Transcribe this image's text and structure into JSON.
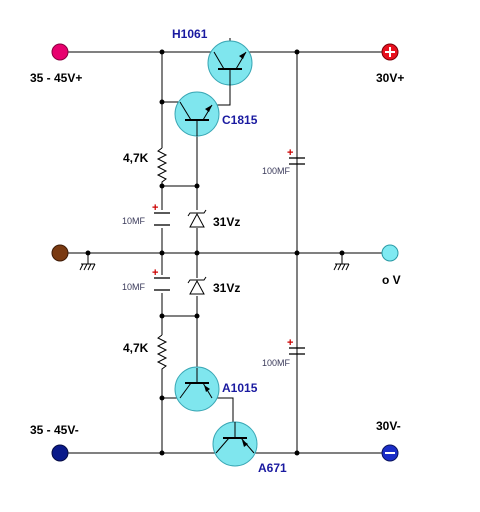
{
  "labels": {
    "input_pos": "35 - 45V+",
    "input_neg": "35 - 45V-",
    "output_pos": "30V+",
    "output_zero": "o V",
    "output_neg": "30V-",
    "res_top": "4,7K",
    "res_bot": "4,7K",
    "zener_top": "31Vz",
    "zener_bot": "31Vz"
  },
  "transistors": {
    "q1": "H1061",
    "q2": "C1815",
    "q3": "A1015",
    "q4": "A671"
  },
  "capacitors": {
    "c_small_top": "10MF",
    "c_small_bot": "10MF",
    "c_big_top": "100MF",
    "c_big_bot": "100MF",
    "polarity": "+"
  },
  "colors": {
    "node_pos": "#e8006e",
    "node_gnd": "#7a3a12",
    "node_neg": "#0a1a8a",
    "out_pos": "#e8101e",
    "out_zero": "#7feaf2",
    "out_neg": "#1b2ec8",
    "transistor_fill": "#7fe6ee"
  }
}
